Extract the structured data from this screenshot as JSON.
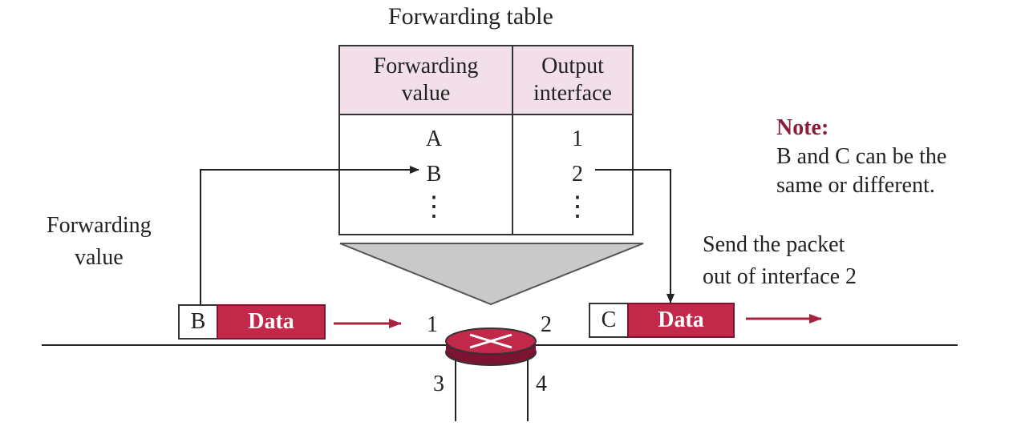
{
  "title": "Forwarding table",
  "table": {
    "headers": [
      "Forwarding\nvalue",
      "Output\ninterface"
    ],
    "header_col1_line1": "Forwarding",
    "header_col1_line2": "value",
    "header_col2_line1": "Output",
    "header_col2_line2": "interface",
    "rows": [
      {
        "value": "A",
        "interface": "1"
      },
      {
        "value": "B",
        "interface": "2"
      }
    ],
    "ellipsis": "⋮"
  },
  "labels": {
    "forwarding_value_line1": "Forwarding",
    "forwarding_value_line2": "value",
    "send_line1": "Send the packet",
    "send_line2": "out of interface 2"
  },
  "note": {
    "title": "Note:",
    "line1": "B and C can be the",
    "line2": "same or different."
  },
  "packets": {
    "incoming": {
      "header": "B",
      "data": "Data"
    },
    "outgoing": {
      "header": "C",
      "data": "Data"
    }
  },
  "ports": [
    "1",
    "2",
    "3",
    "4"
  ],
  "colors": {
    "table_header_bg": "#f3dfea",
    "data_block": "#c2284a",
    "arrow_red": "#a8223f",
    "note_title": "#8b1f3a",
    "router": "#c2284a"
  }
}
